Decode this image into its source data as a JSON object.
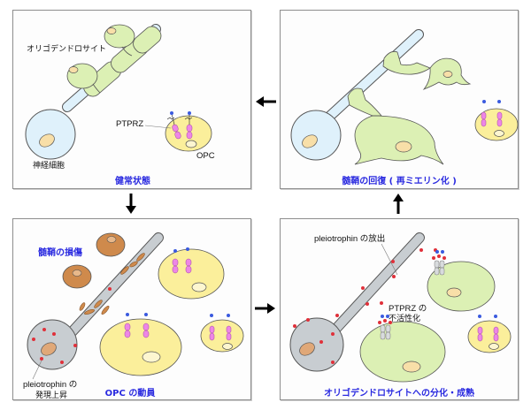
{
  "panels": {
    "healthy": {
      "caption": "健常状態",
      "labels": {
        "oligodendrocyte": "オリゴデンドロサイト",
        "ptprz": "PTPRZ",
        "opc": "OPC",
        "neuron": "神経細胞"
      }
    },
    "remyelination": {
      "caption": "髄鞘の回復 ( 再ミエリン化 )"
    },
    "recruitment": {
      "caption": "OPC の動員",
      "labels": {
        "damage": "髄鞘の損傷",
        "pleiotrophin_line1": "pleiotrophin の",
        "pleiotrophin_line2": "発現上昇"
      }
    },
    "differentiation": {
      "caption": "オリゴデンドロサイトへの分化・成熟",
      "labels": {
        "release": "pleiotrophin の放出",
        "ptprz_line1": "PTPRZ の",
        "ptprz_line2": "不活性化"
      }
    }
  },
  "arrows": [
    {
      "from": "healthy",
      "to": "recruitment",
      "direction": "down"
    },
    {
      "from": "recruitment",
      "to": "differentiation",
      "direction": "right"
    },
    {
      "from": "differentiation",
      "to": "remyelination",
      "direction": "up"
    },
    {
      "from": "remyelination",
      "to": "healthy",
      "direction": "left"
    }
  ],
  "colors": {
    "caption": "#2a2ae0",
    "neuron_healthy": "#dff1fb",
    "neuron_damaged": "#c8cdd1",
    "oligodendrocyte": "#dcf0b4",
    "oligo_damaged": "#cf8a4c",
    "opc": "#fbef9b",
    "nucleus": "#f8dfa8",
    "ptprz": "#ee86e6",
    "pleiotrophin": "#e0303a",
    "ptprz_inactive": "#d8dbdd"
  }
}
